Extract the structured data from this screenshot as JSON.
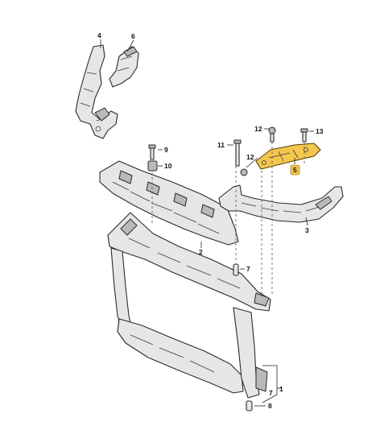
{
  "callouts": {
    "c1": "1",
    "c2": "2",
    "c3": "3",
    "c4": "4",
    "c5": "5",
    "c6": "6",
    "c7a": "7",
    "c7b": "7",
    "c8": "8",
    "c9": "9",
    "c10": "10",
    "c11": "11",
    "c12a": "12",
    "c12b": "12",
    "c13": "13"
  },
  "highlight_part": "5",
  "colors": {
    "highlight": "#f3c64e",
    "part_fill": "#e6e6e6",
    "outline": "#2a2a2a"
  }
}
